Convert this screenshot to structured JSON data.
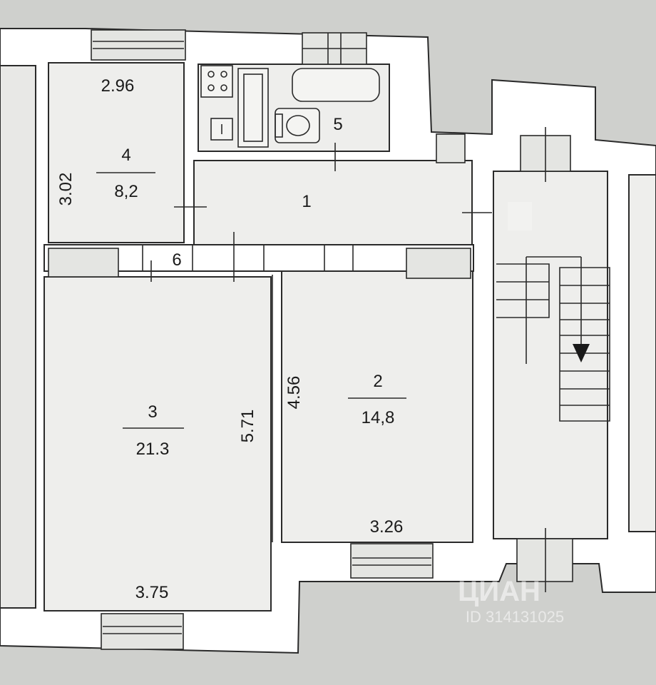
{
  "rooms": [
    {
      "number": "1",
      "area": ""
    },
    {
      "number": "2",
      "area": "14,8"
    },
    {
      "number": "3",
      "area": "21.3"
    },
    {
      "number": "4",
      "area": "8,2"
    },
    {
      "number": "5",
      "area": ""
    },
    {
      "number": "6",
      "area": ""
    }
  ],
  "dimensions": {
    "kitchen_width": "2.96",
    "kitchen_depth": "3.02",
    "room3_depth": "5.71",
    "room2_depth": "4.56",
    "room2_width": "3.26",
    "room3_width": "3.75"
  },
  "watermark": {
    "brand": "ЦИАН",
    "id": "ID 314131025"
  }
}
